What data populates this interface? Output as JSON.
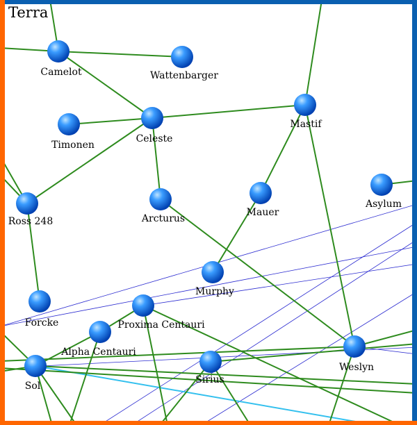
{
  "title": "Terra",
  "colors": {
    "border_top_right": "#0a5fb0",
    "border_left_bottom": "#ff6600",
    "route": "#2e8b1e",
    "longrange": "#2a2ad0",
    "special": "#33c0ee",
    "star_light": "#7fc4ff",
    "star_dark": "#0046b8"
  },
  "stars": [
    {
      "id": "camelot",
      "name": "Camelot"
    },
    {
      "id": "wattenbarger",
      "name": "Wattenbarger"
    },
    {
      "id": "timonen",
      "name": "Timonen"
    },
    {
      "id": "celeste",
      "name": "Celeste"
    },
    {
      "id": "mastif",
      "name": "Mastif"
    },
    {
      "id": "ross248",
      "name": "Ross 248"
    },
    {
      "id": "arcturus",
      "name": "Arcturus"
    },
    {
      "id": "mauer",
      "name": "Mauer"
    },
    {
      "id": "asylum",
      "name": "Asylum"
    },
    {
      "id": "murphy",
      "name": "Murphy"
    },
    {
      "id": "forcke",
      "name": "Forcke"
    },
    {
      "id": "proxima",
      "name": "Proxima Centauri"
    },
    {
      "id": "alpha",
      "name": "Alpha Centauri"
    },
    {
      "id": "sol",
      "name": "Sol"
    },
    {
      "id": "sirius",
      "name": "Sirius"
    },
    {
      "id": "weslyn",
      "name": "Weslyn"
    }
  ]
}
